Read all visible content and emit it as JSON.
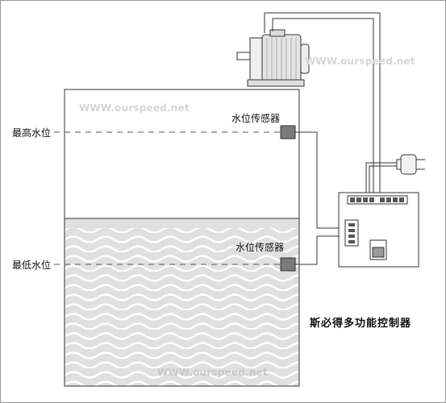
{
  "labels": {
    "max_level": "最高水位",
    "min_level": "最低水位",
    "sensor_top": "水位传感器",
    "sensor_bottom": "水位传感器",
    "controller_title": "斯必得多功能控制器"
  },
  "watermarks": [
    "WWW.ourspeed.net",
    "WWW.ourspeed.net",
    "WWW.ourspeed.net"
  ],
  "colors": {
    "line": "#333333",
    "water": "#e0e0e0",
    "wave": "#ffffff",
    "sensor": "#7a7a7a",
    "watermark": "#d6d6d6"
  },
  "icons": [
    "motor-icon",
    "power-plug-icon",
    "terminal-block-icon",
    "relay-icon"
  ]
}
